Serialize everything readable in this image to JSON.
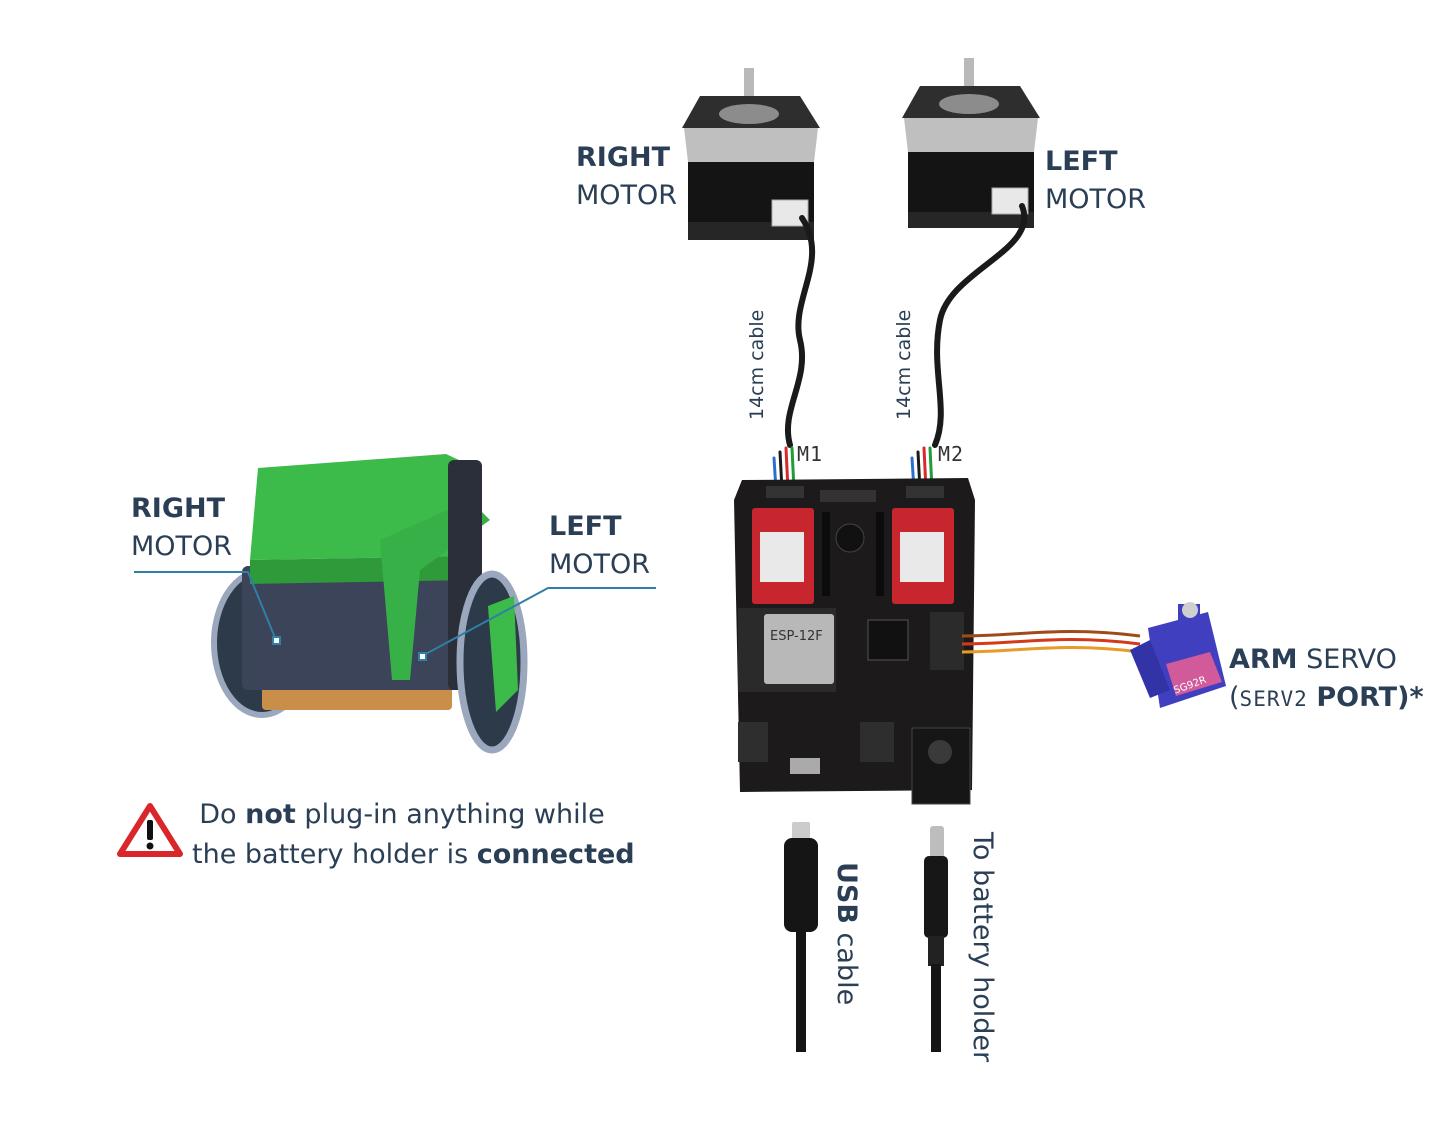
{
  "top_motors": {
    "right": {
      "bold": "RIGHT",
      "normal": "MOTOR"
    },
    "left": {
      "bold": "LEFT",
      "normal": "MOTOR"
    }
  },
  "cables": {
    "right_cable": "14cm cable",
    "left_cable": "14cm cable"
  },
  "ports": {
    "m1": "M1",
    "m2": "M2"
  },
  "robot": {
    "right": {
      "bold": "RIGHT",
      "normal": "MOTOR"
    },
    "left": {
      "bold": "LEFT",
      "normal": "MOTOR"
    }
  },
  "servo": {
    "arm_bold": "ARM",
    "arm_normal": "SERVO",
    "open_paren": "(",
    "port_mono": "SERV2",
    "port_bold": "PORT",
    "close_suffix": ")*"
  },
  "usb": {
    "bold": "USB",
    "normal": "cable"
  },
  "battery": {
    "text": "To battery holder"
  },
  "warning": {
    "line1_a": "Do ",
    "line1_b": "not",
    "line1_c": " plug-in anything while",
    "line2_a": "the battery holder is ",
    "line2_b": "connected"
  },
  "board_text": {
    "chip": "ESP-12F",
    "servo_chip": "SG92R"
  },
  "colors": {
    "label": "#2a3f55",
    "board": "#1c1a1a",
    "driver": "#c8262f",
    "battery_pack": "#3dbb4a",
    "servo": "#3f3fc0",
    "warning": "#d9262b"
  }
}
